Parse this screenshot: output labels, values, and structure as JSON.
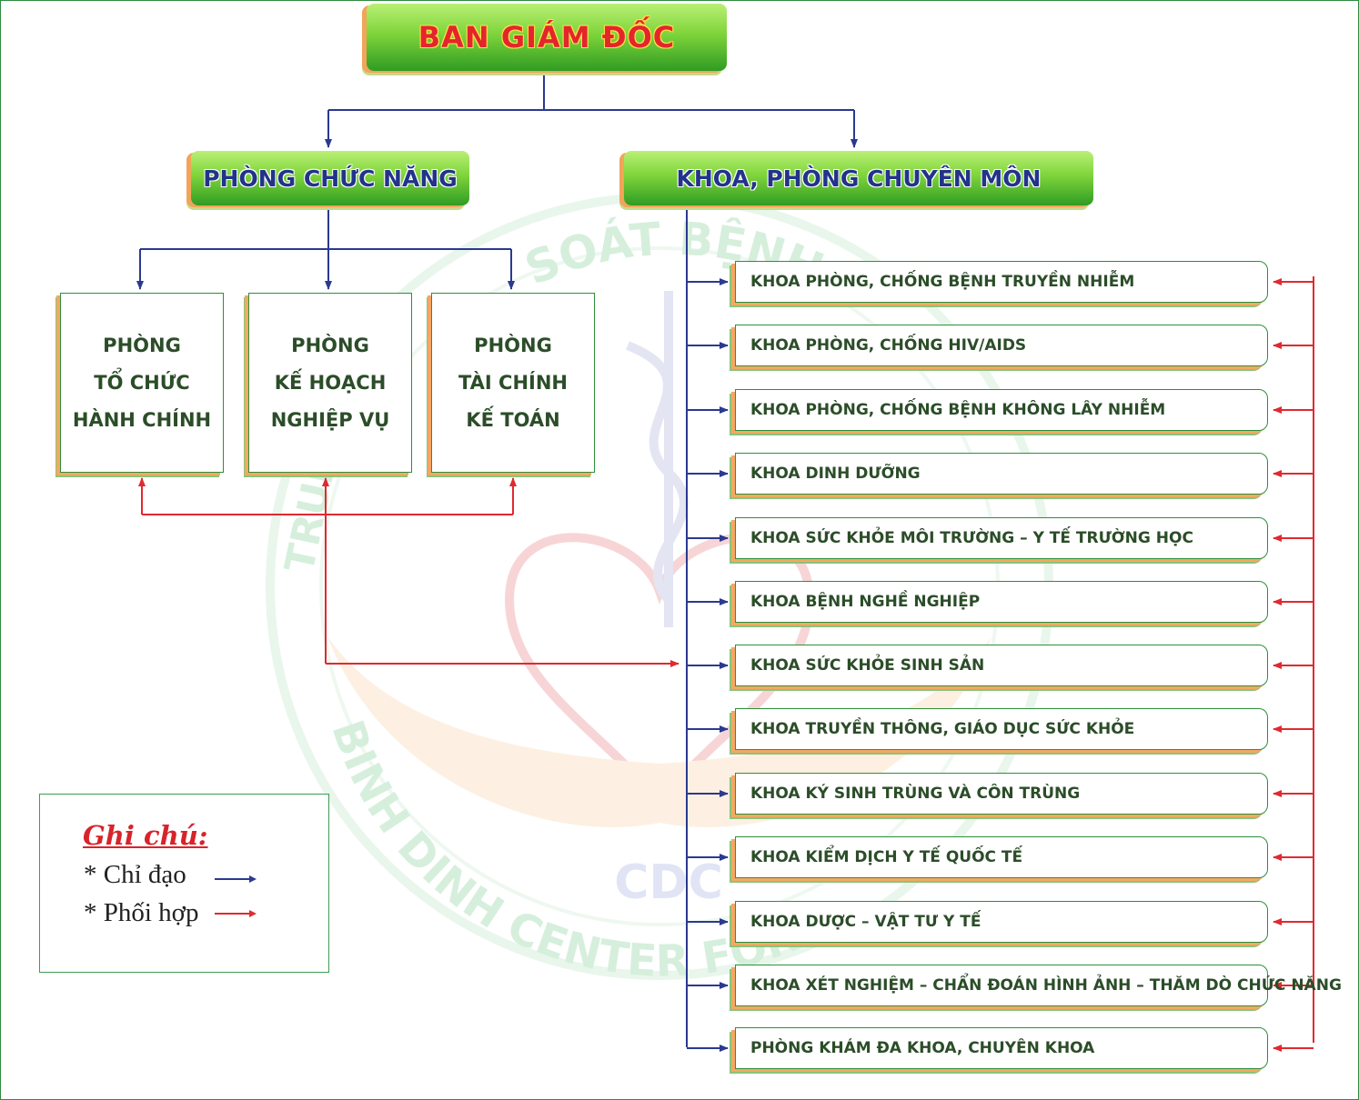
{
  "title": "BAN GIÁM ĐỐC",
  "left_header": "PHÒNG CHỨC NĂNG",
  "right_header": "KHOA, PHÒNG CHUYÊN MÔN",
  "functional_departments": [
    {
      "lines": [
        "PHÒNG",
        "TỔ CHỨC",
        "HÀNH CHÍNH"
      ]
    },
    {
      "lines": [
        "PHÒNG",
        "KẾ HOẠCH",
        "NGHIỆP VỤ"
      ]
    },
    {
      "lines": [
        "PHÒNG",
        "TÀI CHÍNH",
        "KẾ TOÁN"
      ]
    }
  ],
  "specialized_units": [
    "KHOA PHÒNG, CHỐNG BỆNH TRUYỀN NHIỄM",
    "KHOA PHÒNG, CHỐNG HIV/AIDS",
    "KHOA PHÒNG, CHỐNG BỆNH KHÔNG LÂY NHIỄM",
    "KHOA DINH DƯỠNG",
    "KHOA SỨC KHỎE MÔI TRƯỜNG – Y TẾ TRƯỜNG HỌC",
    "KHOA BỆNH NGHỀ NGHIỆP",
    "KHOA SỨC KHỎE SINH SẢN",
    "KHOA TRUYỀN THÔNG, GIÁO DỤC SỨC KHỎE",
    "KHOA KÝ SINH TRÙNG VÀ CÔN TRÙNG",
    "KHOA KIỂM DỊCH Y TẾ QUỐC TẾ",
    "KHOA DƯỢC – VẬT TƯ Y TẾ",
    "KHOA XÉT NGHIỆM – CHẨN ĐOÁN HÌNH ẢNH – THĂM DÒ CHỨC NĂNG",
    "PHÒNG KHÁM ĐA KHOA, CHUYÊN KHOA"
  ],
  "legend": {
    "title": "Ghi chú:",
    "direct": "* Chỉ đạo",
    "coordinate": "* Phối hợp"
  },
  "watermark": {
    "top_arc": "SOÁT BỆNH",
    "bottom_arc": "BINH DINH CENTER FOR D",
    "left_arc": "TRUN",
    "logo": "CDC"
  },
  "colors": {
    "direct_line": "#2b3990",
    "coordinate_line": "#e02a2f",
    "box_text": "#2b4d28",
    "title_text": "#e3262c",
    "header_text": "#22338a"
  }
}
